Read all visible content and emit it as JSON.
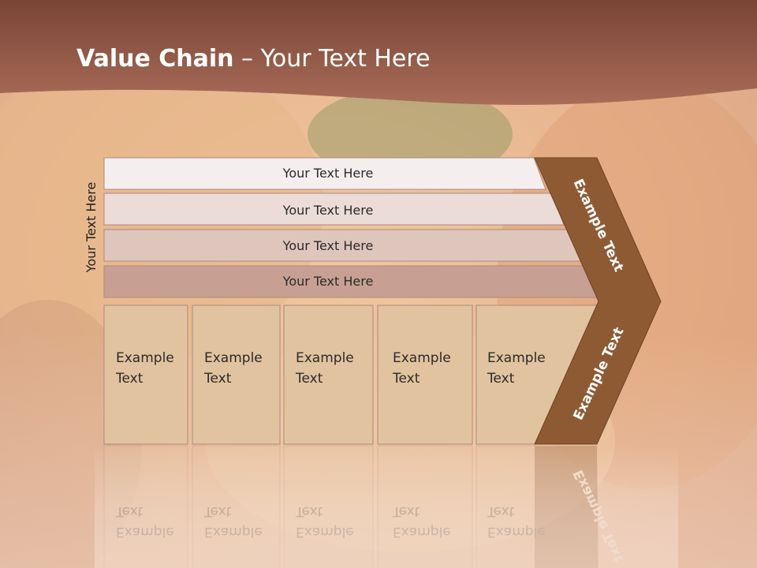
{
  "slide": {
    "title_bold": "Value Chain",
    "title_rest": " – Your Text Here",
    "side_label": "Your Text Here"
  },
  "bars": [
    {
      "label": "Your Text Here",
      "color": "#f5eeee"
    },
    {
      "label": "Your Text Here",
      "color": "#ebdcd8"
    },
    {
      "label": "Your Text Here",
      "color": "#dfc6bd"
    },
    {
      "label": "Your Text Here",
      "color": "#c8a093"
    }
  ],
  "columns": [
    {
      "line1": "Example",
      "line2": "Text"
    },
    {
      "line1": "Example",
      "line2": "Text"
    },
    {
      "line1": "Example",
      "line2": "Text"
    },
    {
      "line1": "Example",
      "line2": "Text"
    },
    {
      "line1": "Example",
      "line2": "Text"
    }
  ],
  "chevron": {
    "upper_label": "Example Text",
    "lower_label": "Example Text",
    "color": "#8e5a34"
  },
  "colors": {
    "header_band": "#9a5e4a",
    "column_fill": "#e2c3a0",
    "text": "#2a2a2a"
  }
}
